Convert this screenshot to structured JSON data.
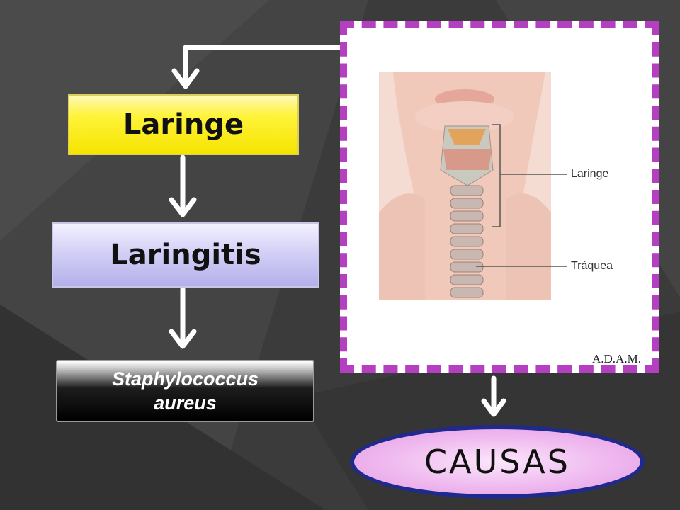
{
  "nodes": {
    "laringe": "Laringe",
    "laringitis": "Laringitis",
    "staph_line1": "Staphylococcus",
    "staph_line2": "aureus",
    "causas": "CAUSAS"
  },
  "illustration": {
    "label_laringe": "Laringe",
    "label_traquea": "Tráquea",
    "credit": "A.D.A.M."
  },
  "colors": {
    "frame_border": "#b43fc0",
    "laringe_fill": "#fff33a",
    "laringitis_fill": "#c8c5f2",
    "ellipse_border": "#1f2a8c",
    "ellipse_fill": "#efb9ef"
  }
}
